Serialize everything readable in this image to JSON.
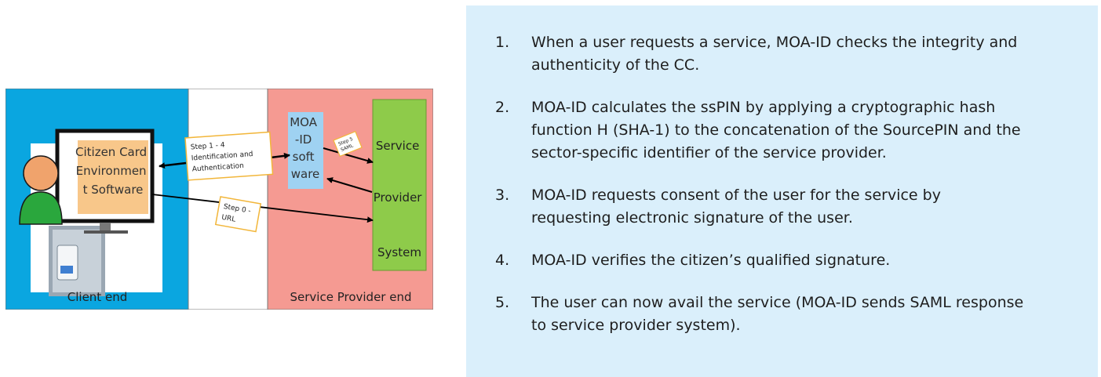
{
  "diagram": {
    "client_zone_label": "Client end",
    "provider_zone_label": "Service Provider end",
    "cce_lines": [
      "Citizen Card",
      "Environmen",
      "t Software"
    ],
    "moa_lines": [
      "MOA",
      "-ID",
      "soft",
      "ware"
    ],
    "sps_lines": [
      "Service",
      "Provider",
      "System"
    ],
    "tag_steps_1_4": [
      "Step  1 - 4",
      "Identification and",
      "Authentication"
    ],
    "tag_step_0": [
      "Step 0 -",
      "URL"
    ],
    "tag_step_5": [
      "Step 5",
      "SAML"
    ],
    "colors": {
      "client": "#0aa6e0",
      "provider": "#f59a92",
      "cce_box": "#f8c78a",
      "moa_box": "#9fd2f2",
      "sps_box": "#8ecb4a",
      "avatar_head": "#f0a36c",
      "avatar_body": "#2aa73d"
    }
  },
  "steps": [
    {
      "num": "1.",
      "lines": [
        "When a user requests a service, MOA-ID checks the integrity and",
        "authenticity of the CC."
      ]
    },
    {
      "num": "2.",
      "lines": [
        "MOA-ID calculates the ssPIN by applying a cryptographic hash",
        "function H (SHA-1) to the concatenation of the SourcePIN and the",
        "sector-specific identifier of the service provider."
      ]
    },
    {
      "num": "3.",
      "lines": [
        "MOA-ID requests consent of the user for the service by",
        "requesting electronic signature of the user."
      ]
    },
    {
      "num": "4.",
      "lines": [
        "MOA-ID verifies the citizen’s qualified signature."
      ]
    },
    {
      "num": "5.",
      "lines": [
        "The user can now avail the service (MOA-ID sends SAML response",
        "to service provider system)."
      ]
    }
  ]
}
